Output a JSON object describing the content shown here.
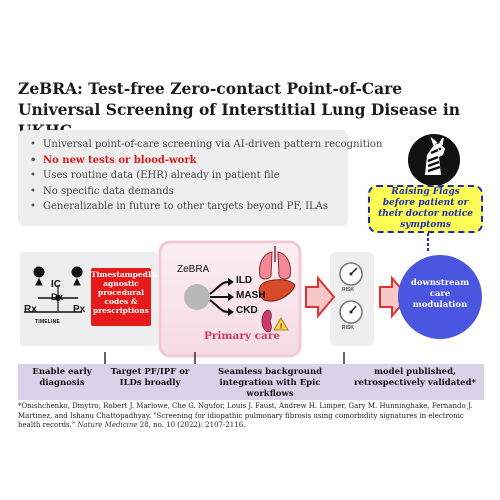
{
  "title": "ZeBRA: Test-free Zero-contact Point-of-Care Universal Screening of Interstitial Lung Disease in UKHC",
  "bullets": [
    {
      "text": "Universal point-of-care screening via AI-driven pattern recognition",
      "highlight": false
    },
    {
      "text": "No new tests or blood-work",
      "highlight": true
    },
    {
      "text": "Uses routine data (EHR) already in patient file",
      "highlight": false
    },
    {
      "text": "No specific data demands",
      "highlight": false
    },
    {
      "text": "Generalizable in future to other targets beyond PF, ILAs",
      "highlight": false
    }
  ],
  "flag_box": "Raising Flags before patient or their doctor notice symptoms",
  "timeline": {
    "ic": "IC",
    "dx": "Dx",
    "rx": "Rx",
    "px": "Px",
    "label": "TIMELINE"
  },
  "ts_box": [
    "TimestampedDi",
    "agnostic",
    "procedural",
    "codes &",
    "prescriptions"
  ],
  "zebra_label": "ZeBRA",
  "targets": [
    "ILD",
    "MASH",
    "CKD"
  ],
  "primary_care": "Primary care",
  "risk_label": "RISK",
  "downstream": "downstream care modulation",
  "bottom_bar": [
    "Enable early diagnosis",
    "Target PF/IPF or ILDs broadly",
    "Seamless background integration with Epic workflows",
    "model published, retrospectively validated*"
  ],
  "citation": {
    "text": "*Onishchenko, Dmytro, Robert J. Marlowe, Che G. Ngufor, Louis J. Faust, Andrew H. Limper, Gary M. Hunninghake, Fernando J. Martinez, and Ishanu Chattopadhyay. \"Screening for idiopathic pulmonary fibrosis using comorbidity signatures in electronic health records.\"",
    "journal": "Nature Medicine",
    "ref": "28, no. 10 (2022): 2107-2116."
  },
  "colors": {
    "red": "#e51a1a",
    "flag_yellow": "#fffd55",
    "flag_border": "#1b2db8",
    "downstream_blue": "#4a55e0",
    "bar_lavender": "#d9d3e9",
    "primary_care_pink": "#c73a6a"
  },
  "icons": [
    "zebra-logo-icon",
    "lungs-icon",
    "liver-icon",
    "kidney-warning-icon",
    "gauge-icon",
    "arrow-right-icon"
  ]
}
